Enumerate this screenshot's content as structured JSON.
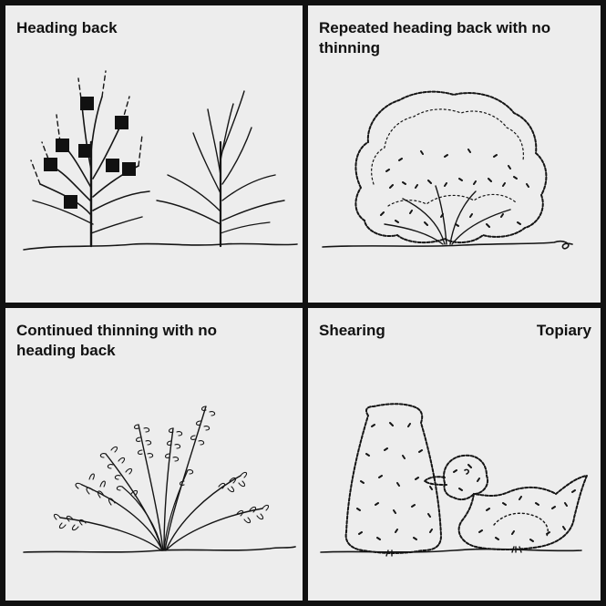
{
  "panels": [
    {
      "title": "Heading back"
    },
    {
      "title": "Repeated heading back with no thinning"
    },
    {
      "title": "Continued thinning with no heading back"
    },
    {
      "title": "Shearing",
      "title_right": "Topiary"
    }
  ]
}
